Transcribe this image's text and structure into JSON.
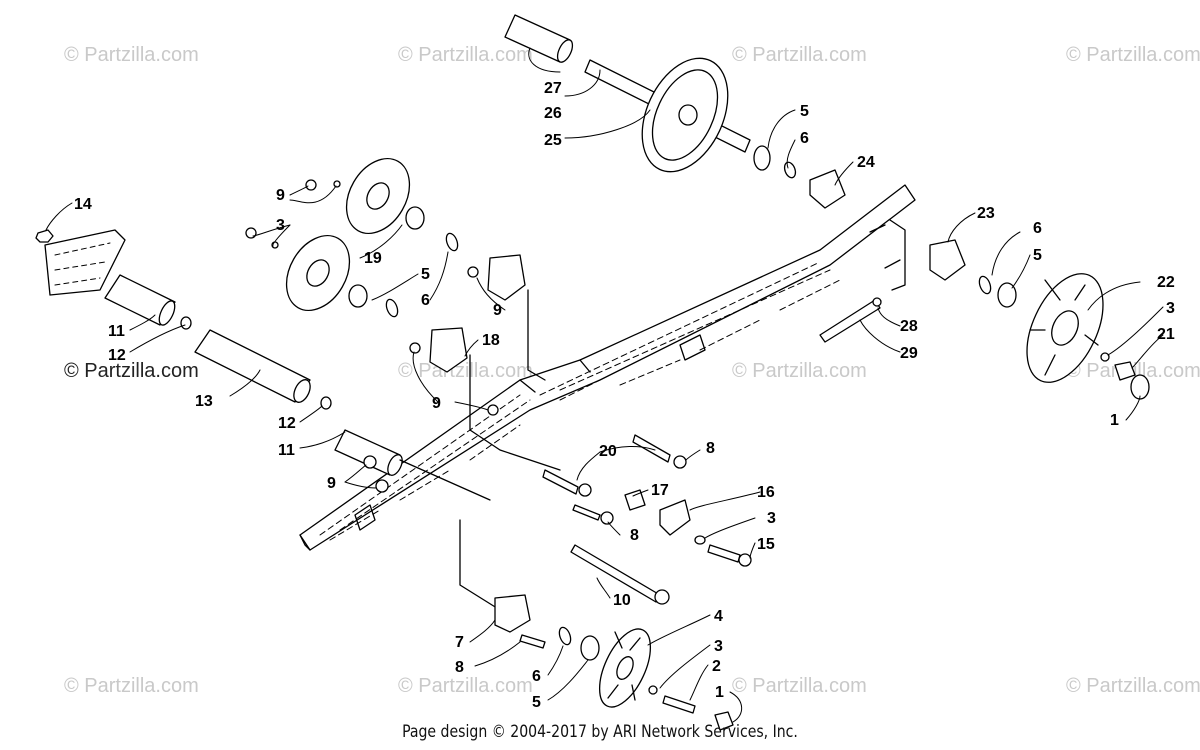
{
  "watermark": "© Partzilla.com",
  "watermark_featured": "© Partzilla.com",
  "credit": "Page design © 2004-2017 by ARI Network Services, Inc.",
  "callouts": {
    "c27": "27",
    "c26": "26",
    "c25": "25",
    "c5a": "5",
    "c6a": "6",
    "c24": "24",
    "c23": "23",
    "c6b": "6",
    "c5b": "5",
    "c22": "22",
    "c3a": "3",
    "c21": "21",
    "c1a": "1",
    "c28": "28",
    "c29": "29",
    "c14": "14",
    "c9a": "9",
    "c3b": "3",
    "c19": "19",
    "c5c": "5",
    "c6c": "6",
    "c9b": "9",
    "c18": "18",
    "c11a": "11",
    "c12a": "12",
    "c13": "13",
    "c12b": "12",
    "c11b": "11",
    "c9c": "9",
    "c20": "20",
    "c8a": "8",
    "c9d": "9",
    "c17": "17",
    "c16": "16",
    "c8b": "8",
    "c3c": "3",
    "c15": "15",
    "c10": "10",
    "c4": "4",
    "c3d": "3",
    "c7": "7",
    "c8c": "8",
    "c2": "2",
    "c6d": "6",
    "c5d": "5",
    "c1b": "1"
  }
}
